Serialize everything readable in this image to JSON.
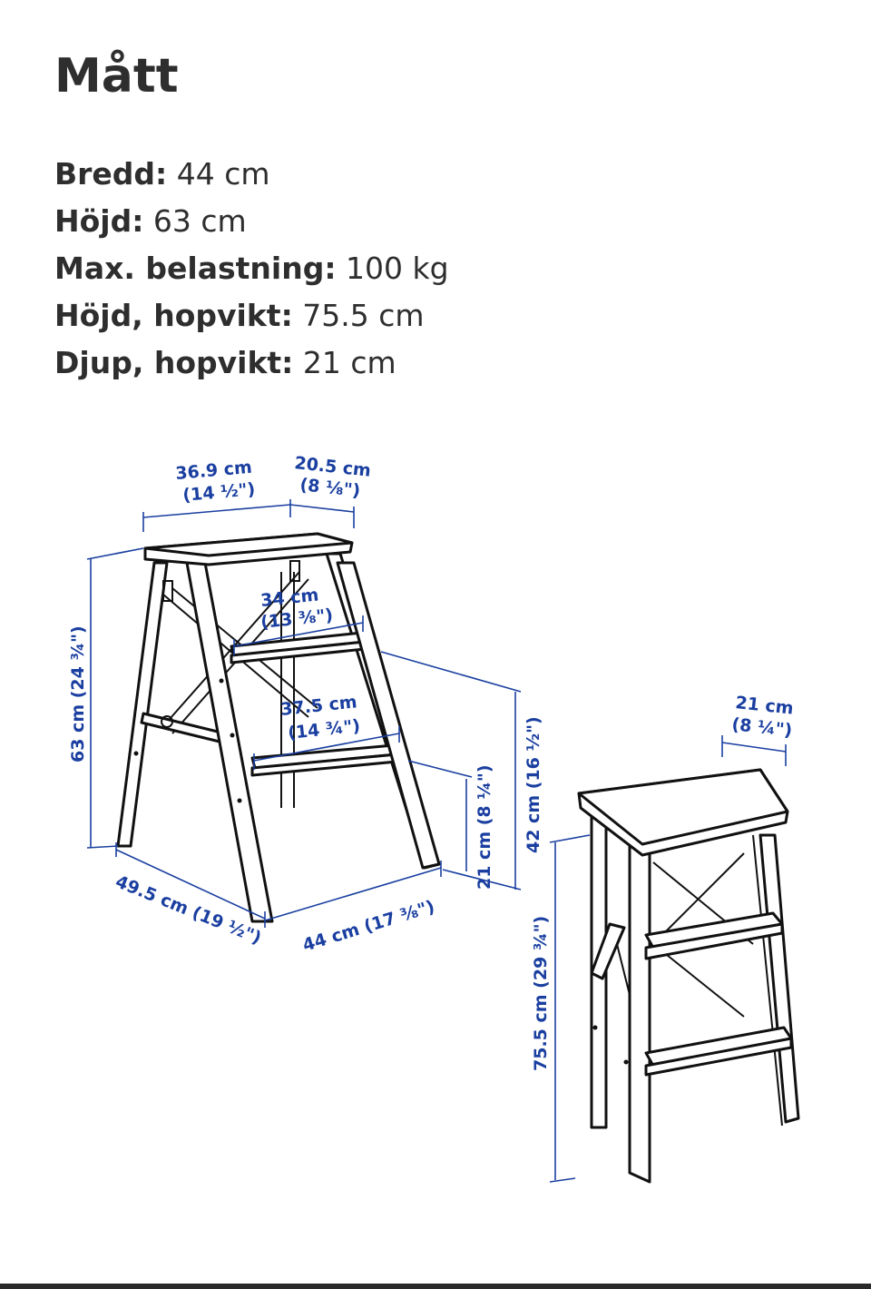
{
  "header": {
    "title": "Mått"
  },
  "specs": [
    {
      "label": "Bredd:",
      "value": "44 cm"
    },
    {
      "label": "Höjd:",
      "value": "63 cm"
    },
    {
      "label": "Max. belastning:",
      "value": "100 kg"
    },
    {
      "label": "Höjd, hopvikt:",
      "value": "75.5 cm"
    },
    {
      "label": "Djup, hopvikt:",
      "value": "21 cm"
    }
  ],
  "diagram": {
    "open_stool": {
      "top_width": {
        "metric": "36.9 cm",
        "imperial": "(14 ½\")"
      },
      "top_depth": {
        "metric": "20.5 cm",
        "imperial": "(8 ⅛\")"
      },
      "step1_width": {
        "metric": "34 cm",
        "imperial": "(13 ⅜\")"
      },
      "step2_width": {
        "metric": "37.5 cm",
        "imperial": "(14 ¾\")"
      },
      "height": "63 cm (24 ¾\")",
      "step2_height": "42 cm (16 ½\")",
      "step1_height": "21 cm (8 ¼\")",
      "depth": "49.5 cm (19 ½\")",
      "width": "44 cm (17 ⅜\")"
    },
    "folded_stool": {
      "depth": {
        "metric": "21 cm",
        "imperial": "(8 ¼\")"
      },
      "height": "75.5 cm (29 ¾\")"
    },
    "colors": {
      "dimension": "#1a3fa0",
      "line": "#111111"
    }
  }
}
